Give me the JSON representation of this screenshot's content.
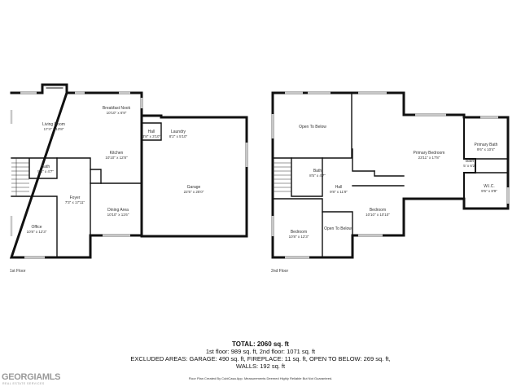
{
  "floors": [
    {
      "label": "1st Floor",
      "rooms": [
        {
          "name": "Breakfast Nook",
          "dims": "10'10\" x 6'9\""
        },
        {
          "name": "Living Room",
          "dims": "17'4\" x 13'8\""
        },
        {
          "name": "Hall",
          "dims": "3'8\" x 3'10\""
        },
        {
          "name": "Laundry",
          "dims": "8'2\" x 5'10\""
        },
        {
          "name": "Kitchen",
          "dims": "10'10\" x 12'8\""
        },
        {
          "name": "Bath",
          "dims": "5'8\" x 4'7\""
        },
        {
          "name": "Garage",
          "dims": "22'5\" x 25'0\""
        },
        {
          "name": "Foyer",
          "dims": "7'3\" x 17'11\""
        },
        {
          "name": "Dining Area",
          "dims": "10'10\" x 11'6\""
        },
        {
          "name": "Office",
          "dims": "10'8\" x 12'3\""
        }
      ]
    },
    {
      "label": "2nd Floor",
      "rooms": [
        {
          "name": "Open To Below",
          "dims": ""
        },
        {
          "name": "Primary Bedroom",
          "dims": "23'11\" x 17'8\""
        },
        {
          "name": "Primary Bath",
          "dims": "9'6\" x 10'4\""
        },
        {
          "name": "Bath",
          "dims": "8'5\" x 4'7\""
        },
        {
          "name": "Bath",
          "dims": "5' x 6'2\""
        },
        {
          "name": "Hall",
          "dims": "9'8\" x 11'9\""
        },
        {
          "name": "W.I.C.",
          "dims": "9'6\" x 8'9\""
        },
        {
          "name": "Bedroom",
          "dims": "10'10\" x 10'10\""
        },
        {
          "name": "Bedroom",
          "dims": "10'8\" x 12'3\""
        },
        {
          "name": "Open To Below",
          "dims": ""
        }
      ]
    }
  ],
  "totals": {
    "title": "TOTAL: 2060 sq. ft",
    "line1": "1st floor: 989 sq. ft, 2nd floor: 1071 sq. ft",
    "line2": "EXCLUDED AREAS: GARAGE: 490 sq. ft, FIREPLACE: 11 sq. ft, OPEN TO BELOW: 269 sq. ft,",
    "line3": "WALLS: 192 sq. ft"
  },
  "credit": "Floor Plan Created By CubiCasa App. Measurements Deemed Highly Reliable But Not Guaranteed.",
  "logo": {
    "main": "GEORGIAMLS",
    "sub": "REAL ESTATE SERVICES"
  },
  "colors": {
    "wall": "#111111",
    "window": "#c8c8c8",
    "text": "#333333",
    "logo": "#9a9a9a"
  }
}
